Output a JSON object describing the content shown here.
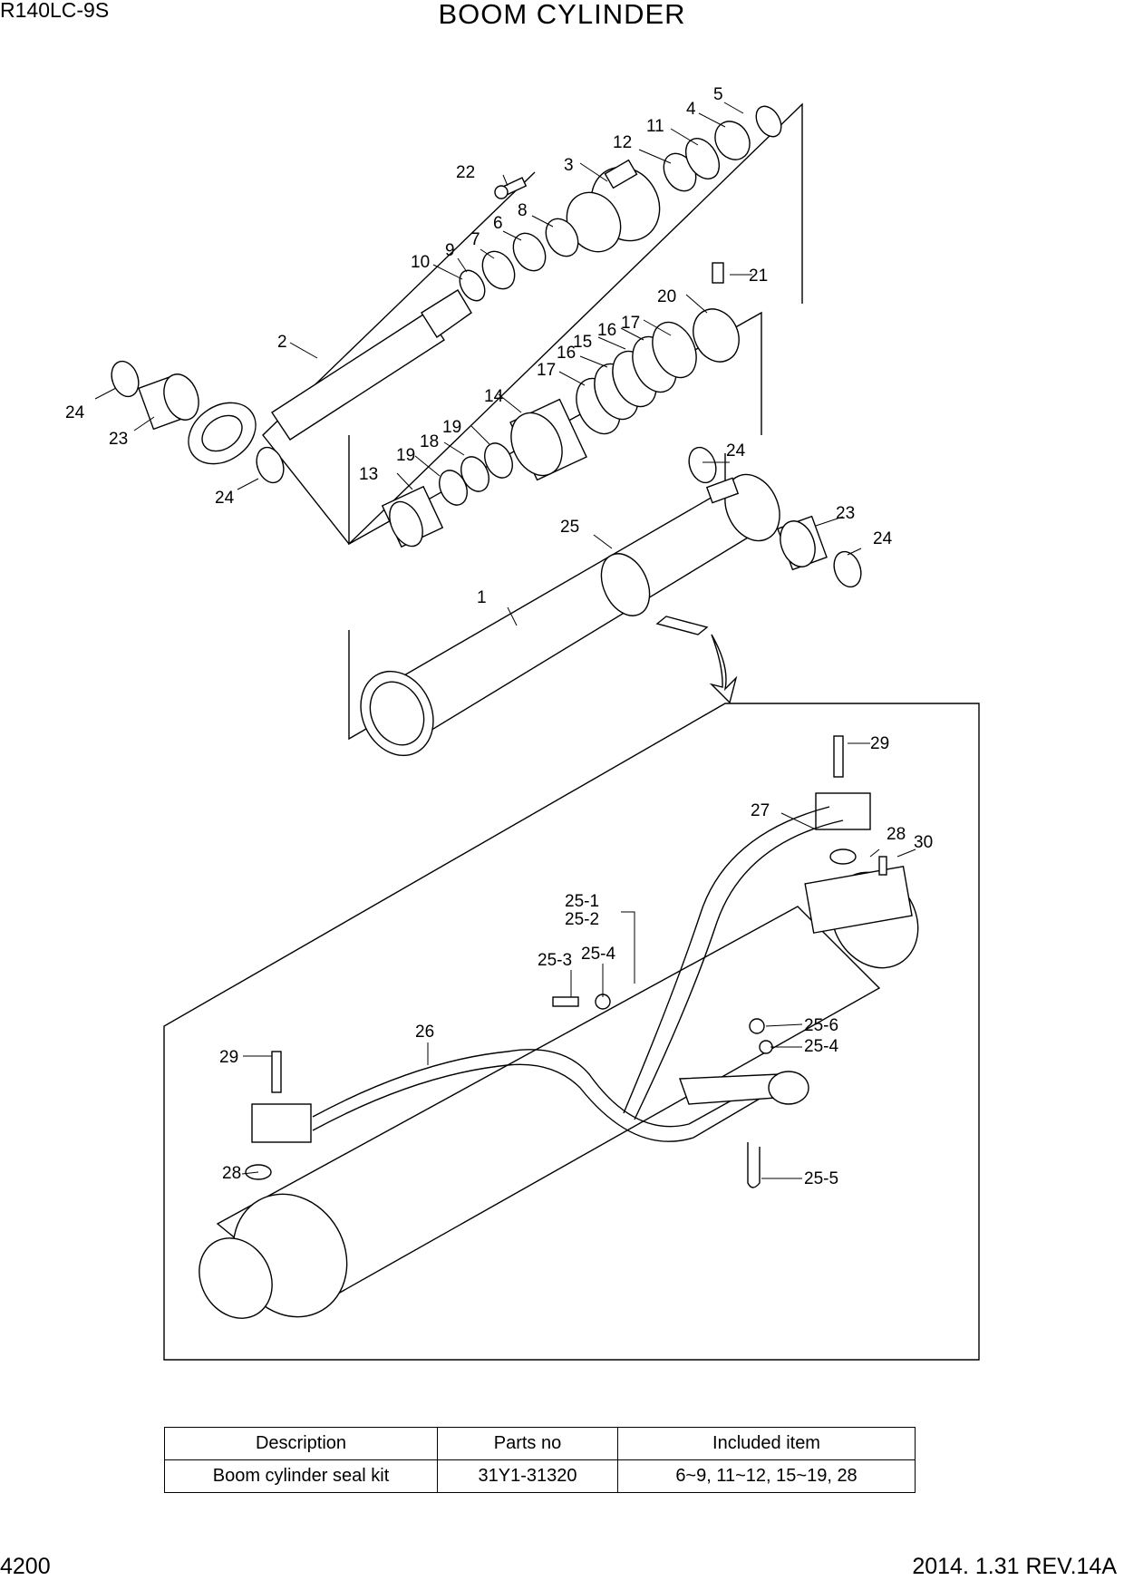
{
  "header": {
    "model": "R140LC-9S",
    "title": "BOOM CYLINDER"
  },
  "callouts": [
    "1",
    "2",
    "3",
    "4",
    "5",
    "6",
    "7",
    "8",
    "9",
    "10",
    "11",
    "12",
    "13",
    "14",
    "15",
    "16",
    "16",
    "17",
    "17",
    "18",
    "19",
    "19",
    "20",
    "21",
    "22",
    "23",
    "23",
    "24",
    "24",
    "24",
    "24",
    "25",
    "25-1",
    "25-2",
    "25-3",
    "25-4",
    "25-4",
    "25-5",
    "25-6",
    "26",
    "27",
    "28",
    "28",
    "29",
    "29",
    "30"
  ],
  "kit_table": {
    "headers": [
      "Description",
      "Parts no",
      "Included item"
    ],
    "rows": [
      [
        "Boom cylinder seal kit",
        "31Y1-31320",
        "6~9, 11~12, 15~19, 28"
      ]
    ]
  },
  "footer": {
    "page": "4200",
    "revision": "2014. 1.31  REV.14A"
  }
}
